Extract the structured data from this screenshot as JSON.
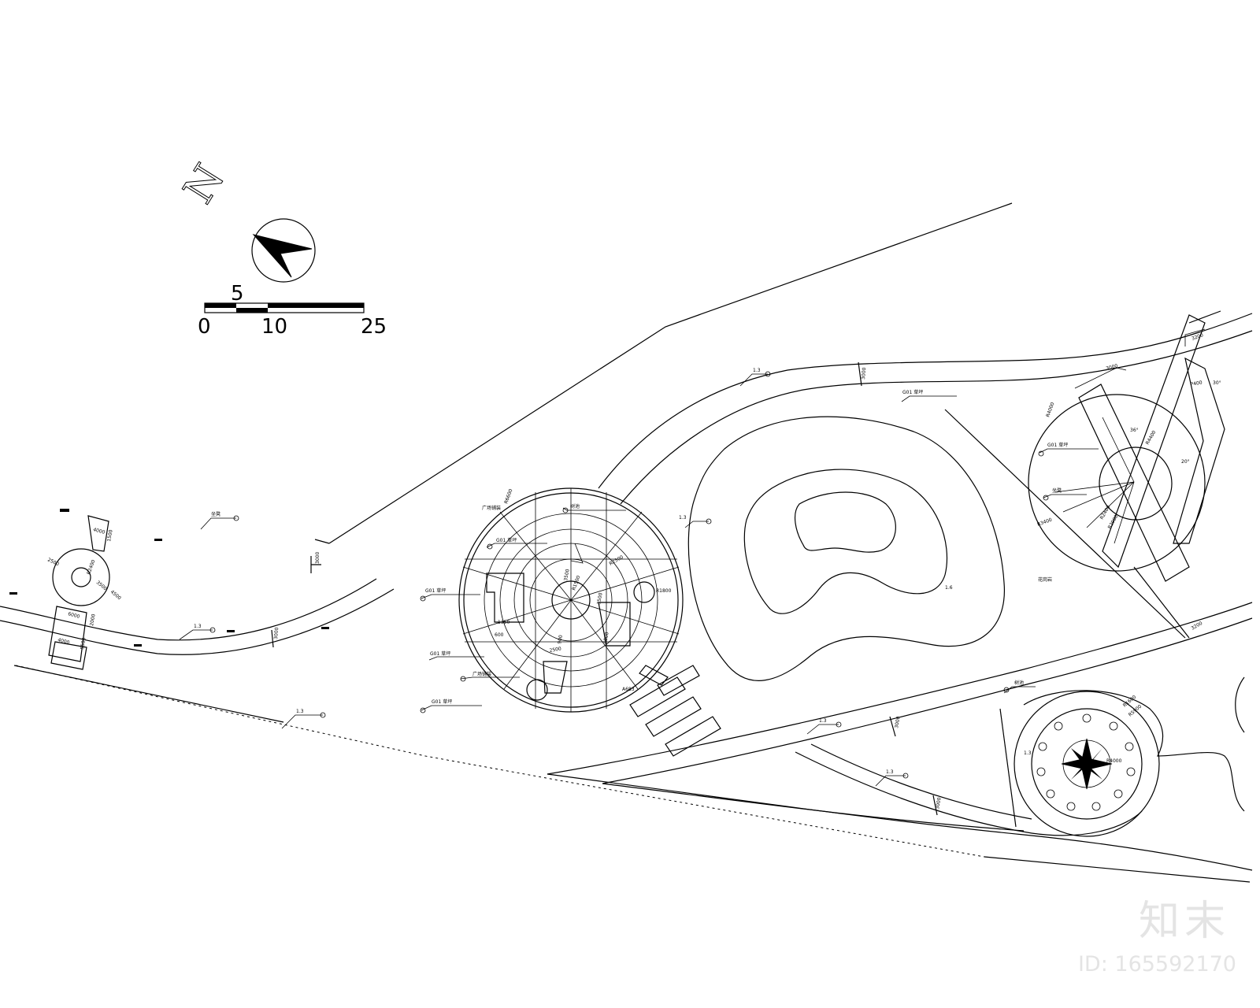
{
  "scale_bar": {
    "labels": {
      "top": "5",
      "zero": "0",
      "ten": "10",
      "end": "25"
    }
  },
  "north_arrow": {
    "letter": "N"
  },
  "dimensions": {
    "left_plaza": [
      "4000",
      "1500",
      "R2400",
      "2500",
      "3500",
      "4500",
      "6000",
      "2000",
      "4000",
      "5500"
    ],
    "left_path": [
      "3000",
      "3000"
    ],
    "round_pavilion": [
      "R6600",
      "R1500",
      "R2500",
      "3500",
      "3500",
      "1350",
      "900",
      "600",
      "4000",
      "2500",
      "A683",
      "R1800"
    ],
    "north_path": [
      "3000"
    ],
    "sun_dial": [
      "3000",
      "3200",
      "P400",
      "R4000",
      "R3400",
      "R2400",
      "R4400",
      "R2900",
      "36°",
      "30°",
      "20°",
      "3200"
    ],
    "south_path": [
      "3000",
      "3000"
    ],
    "compass_plaza": [
      "R5900",
      "R1600",
      "R4000"
    ]
  },
  "callouts": {
    "c1": "坐凳",
    "c2": "1.3",
    "c3": "1.3",
    "c4": "1.3",
    "c5": "1.3",
    "c6": "树池",
    "c7": "G01 草坪",
    "c8": "G01 草坪",
    "c9": "G01 草坪",
    "c10": "G01 草坪",
    "c11": "G01 草坪",
    "c12": "广场铺装",
    "c13": "广场铺装",
    "c14": "G01 草坪",
    "c15": "花岗岩",
    "c16": "坐凳",
    "c17": "1.3",
    "c18": "1.3",
    "c19": "1.6",
    "c20": "树池",
    "c21": "1.3"
  },
  "watermark": {
    "brand": "知末",
    "id": "ID: 165592170"
  }
}
